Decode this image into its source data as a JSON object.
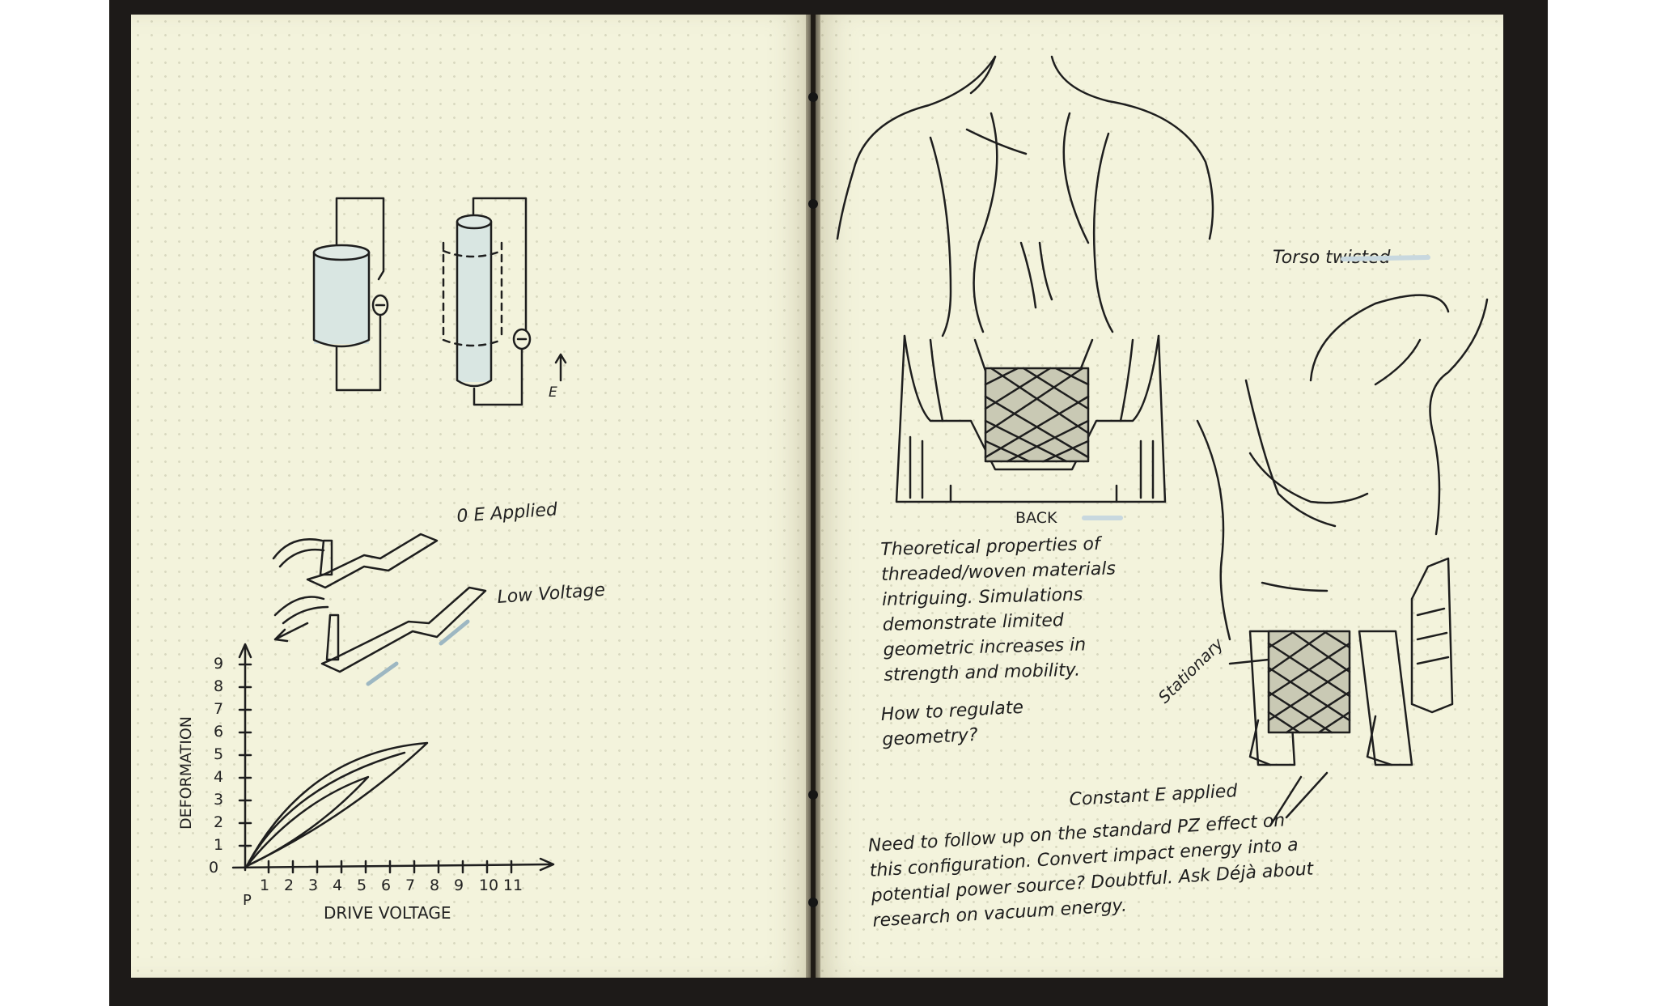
{
  "left_page": {
    "field_label": "E",
    "label_zero_e": "0 E Applied",
    "label_low_voltage": "Low Voltage",
    "graph": {
      "ylabel": "DEFORMATION",
      "xlabel": "DRIVE VOLTAGE",
      "origin_label": "P",
      "y_ticks": [
        "0",
        "1",
        "2",
        "3",
        "4",
        "5",
        "6",
        "7",
        "8",
        "9"
      ],
      "x_ticks": [
        "1",
        "2",
        "3",
        "4",
        "5",
        "6",
        "7",
        "8",
        "9",
        "10",
        "11"
      ]
    }
  },
  "right_page": {
    "label_back": "BACK",
    "label_torso": "Torso twisted",
    "label_stationary": "Stationary",
    "label_constant_e": "Constant E applied",
    "note_materials": "Theoretical properties of\nthreaded/woven materials\nintriguing. Simulations\ndemonstrate limited\ngeometric increases in\nstrength and mobility.",
    "note_question": "How to regulate\ngeometry?",
    "note_followup": "Need to follow up on the standard PZ effect on\nthis configuration. Convert impact energy into a\npotential power source? Doubtful. Ask Déjà about\nresearch on vacuum energy."
  }
}
